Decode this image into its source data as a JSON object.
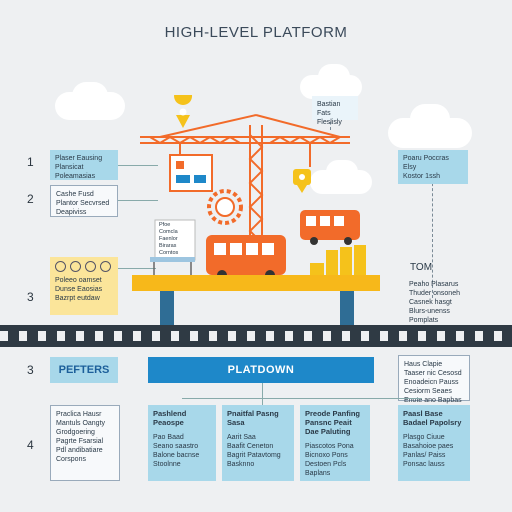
{
  "title": "HIGH-LEVEL PLATFORM",
  "numbers": [
    "1",
    "2",
    "3",
    "3",
    "4"
  ],
  "left_top_box": "Plaser Eausing\nPlansicat\nPoleamasias",
  "left_mid_box": "Cashe Fusd\nPlantor Secvrsed\nDeapiviss",
  "top_right_small": "Bastian Fats\nFleslisly",
  "right_top_box": "Poaru Poccras Elsy\nKostor 1ssh",
  "note_card": "Pfoe\nComcla\nFaenlor\nBiraras\nCorntos",
  "yellow_box": "Poleeo oamset\nDunse Eaosias\nBazrpt eutdaw",
  "tom_label": "TOM",
  "tom_text": "Peaho Plasarus\nThuder onsoneh\nCasnek hasgt\nBlurs-unenss\nPomplats",
  "peft_label": "PEFTERS",
  "bar_label": "PLATDOWN",
  "right_mid_box": "Haus Clapie\nTaaser nic Cesosd\nEnoadeicn Pauss\nCesiorm Seaes\nEnote ano Bapbas",
  "left_bottom_box": "Praclica Hausr\nMantuls Oangty\nGrodgoering\nPagrte Fsarsial\nPdl andibatiare\nCorspons",
  "columns": [
    {
      "head": "Pashlend\nPeaospe",
      "body": "Pao Baad\nSeano saastro\nBalone bacnse\nStoolnne"
    },
    {
      "head": "Pnaitfal Pasng\nSasa",
      "body": "Aarit Saa\nBaafit Ceneton\nBagrit Patavtomg\nBasknno"
    },
    {
      "head": "Preode Panfing\nPansnc Peait\nDae Paluting",
      "body": "Piascotos Pona\nBicnoxo Pons\nDestoen Pcls\nBaplans"
    },
    {
      "head": "Paasl Base\nBadael Papolsry",
      "body": "Plasgo Ciuue\nBasahoioe paes\nPanlas/ Paiss\nPonsac lauss"
    }
  ],
  "colors": {
    "orange": "#f26b2a",
    "blue": "#1e88c9",
    "light_blue": "#a8d8ea",
    "yellow": "#fbe59a",
    "film": "#2f3a44"
  }
}
